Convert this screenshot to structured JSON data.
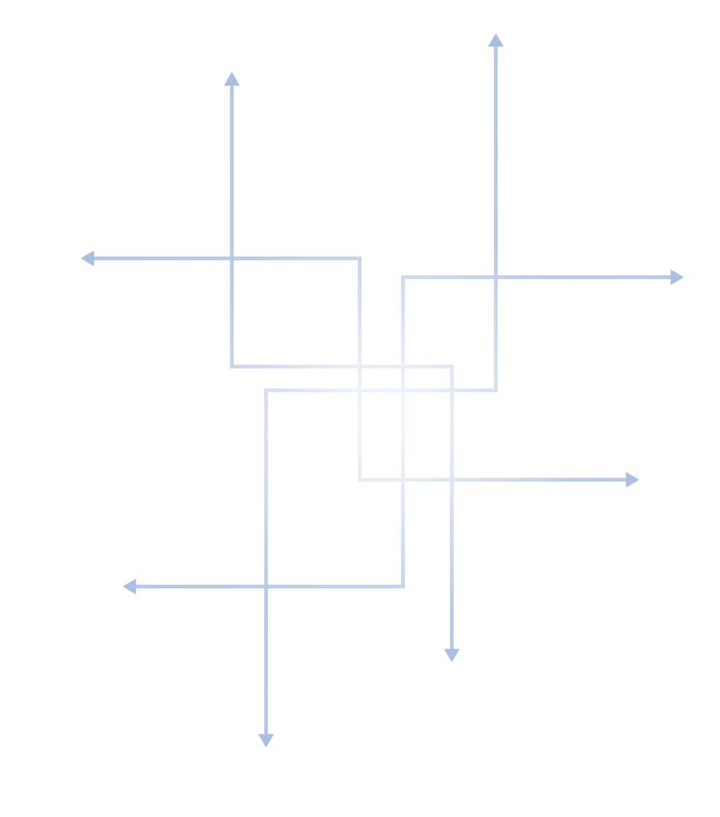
{
  "diagram": {
    "background_color": "#ffffff",
    "arrow_color_outer": "#adc2e2",
    "arrow_color_center": "#f6f8fc",
    "arrow_count": 4,
    "arrows": [
      {
        "id": 1,
        "heads": [
          "up",
          "right"
        ]
      },
      {
        "id": 2,
        "heads": [
          "left",
          "right"
        ]
      },
      {
        "id": 3,
        "heads": [
          "up",
          "down"
        ]
      },
      {
        "id": 4,
        "heads": [
          "left",
          "down"
        ]
      }
    ]
  }
}
